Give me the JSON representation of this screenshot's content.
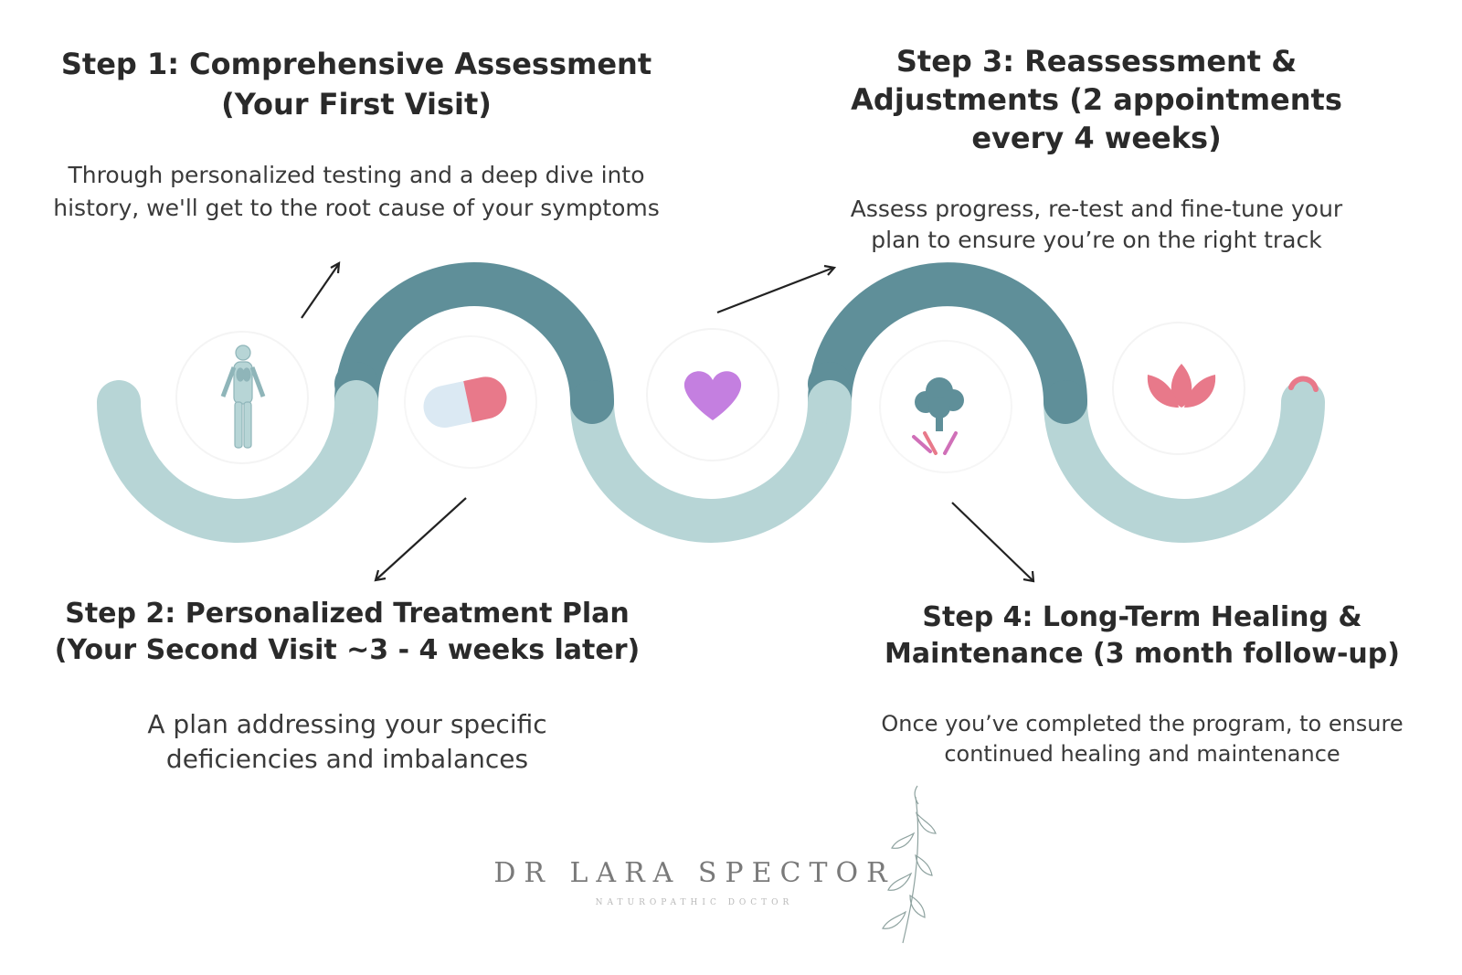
{
  "steps": [
    {
      "title_line1": "Step 1: Comprehensive Assessment",
      "title_line2": "(Your First Visit)",
      "desc_line1": "Through personalized testing and a deep dive into",
      "desc_line2": "history, we'll get to the root cause of your symptoms"
    },
    {
      "title_line1": "Step 2: Personalized Treatment Plan",
      "title_line2": "(Your Second Visit ~3 - 4 weeks later)",
      "desc_line1": "A plan addressing your specific",
      "desc_line2": "deficiencies and imbalances"
    },
    {
      "title_line1": "Step 3: Reassessment &",
      "title_line2": "Adjustments (2 appointments",
      "title_line3": "every 4 weeks)",
      "desc_line1": "Assess progress, re-test and fine-tune your",
      "desc_line2": "plan to ensure you’re on the right track"
    },
    {
      "title_line1": "Step 4: Long-Term Healing &",
      "title_line2": "Maintenance (3 month follow-up)",
      "desc_line1": "Once you’ve completed the program, to ensure",
      "desc_line2": "continued healing and maintenance"
    }
  ],
  "icons": [
    "human-body-icon",
    "capsule-icon",
    "heart-icon",
    "broccoli-icon",
    "lotus-icon"
  ],
  "brand": {
    "name": "DR LARA SPECTOR",
    "subtitle": "NATUROPATHIC DOCTOR"
  },
  "colors": {
    "wave_dark": "#5f8f99",
    "wave_light": "#b7d5d6",
    "capsule_pink": "#e8798a",
    "capsule_blue": "#dbe9f3",
    "heart": "#c47fe0",
    "lotus": "#e8798a",
    "broccoli": "#5f8f99",
    "text": "#2b2b2b",
    "brand_text": "#7a7a7a"
  }
}
